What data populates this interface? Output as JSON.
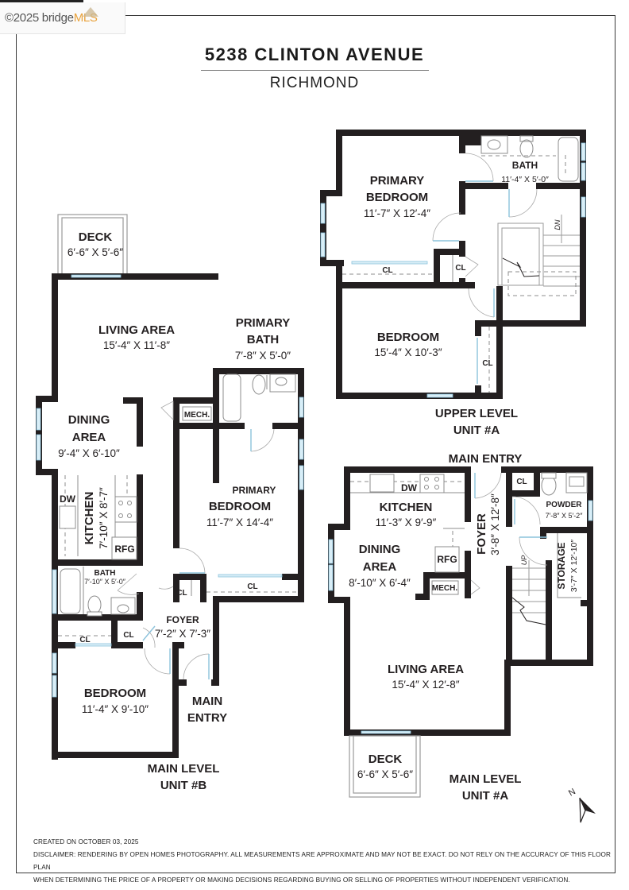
{
  "watermark": {
    "copyright": "©2025 bridge",
    "brand": "MLS"
  },
  "header": {
    "title": "5238 CLINTON AVENUE",
    "subtitle": "RICHMOND"
  },
  "colors": {
    "wall": "#231f20",
    "window": "#9fd0e6",
    "fixture": "#8c8c8c",
    "brand_accent": "#e9a23b"
  },
  "plans": {
    "upper_unit_a": {
      "level_label_1": "UPPER LEVEL",
      "level_label_2": "UNIT #A",
      "rooms": {
        "primary_bedroom": {
          "name_1": "PRIMARY",
          "name_2": "BEDROOM",
          "dims": "11′-7″ X 12′-4″"
        },
        "bath": {
          "name": "BATH",
          "dims": "11′-4″ X 5′-0″"
        },
        "bedroom": {
          "name": "BEDROOM",
          "dims": "15′-4″ X 10′-3″"
        },
        "closet_1": {
          "name": "CL"
        },
        "closet_2": {
          "name": "CL"
        },
        "closet_3": {
          "name": "CL"
        }
      },
      "stairs_label": "DN"
    },
    "main_unit_b": {
      "level_label_1": "MAIN LEVEL",
      "level_label_2": "UNIT #B",
      "rooms": {
        "deck": {
          "name": "DECK",
          "dims": "6′-6″ X 5′-6″"
        },
        "living_area": {
          "name": "LIVING AREA",
          "dims": "15′-4″ X 11′-8″"
        },
        "primary_bath": {
          "name_1": "PRIMARY",
          "name_2": "BATH",
          "dims": "7′-8″ X 5′-0″"
        },
        "dining_area": {
          "name_1": "DINING",
          "name_2": "AREA",
          "dims": "9′-4″ X 6′-10″"
        },
        "mech": {
          "name": "MECH."
        },
        "kitchen": {
          "name": "KITCHEN",
          "dims": "7′-10″ X 8′-7″"
        },
        "dw": {
          "name": "DW"
        },
        "rfg": {
          "name": "RFG"
        },
        "primary_bedroom": {
          "name_1": "PRIMARY",
          "name_2": "BEDROOM",
          "dims": "11′-7″ X 14′-4″"
        },
        "bath": {
          "name": "BATH",
          "dims": "7′-10″ X 5′-0″"
        },
        "closet_1": {
          "name": "CL"
        },
        "closet_2": {
          "name": "CL"
        },
        "closet_3": {
          "name": "CL"
        },
        "closet_4": {
          "name": "CL"
        },
        "foyer": {
          "name": "FOYER",
          "dims": "7′-2″ X 7′-3″"
        },
        "bedroom": {
          "name": "BEDROOM",
          "dims": "11′-4″ X 9′-10″"
        },
        "main_entry": {
          "name_1": "MAIN",
          "name_2": "ENTRY"
        }
      }
    },
    "main_unit_a": {
      "level_label_1": "MAIN LEVEL",
      "level_label_2": "UNIT #A",
      "main_entry": "MAIN ENTRY",
      "rooms": {
        "kitchen": {
          "name": "KITCHEN",
          "dims": "11′-3″ X 9′-9″"
        },
        "dw": {
          "name": "DW"
        },
        "rfg": {
          "name": "RFG"
        },
        "mech": {
          "name": "MECH."
        },
        "dining_area": {
          "name_1": "DINING",
          "name_2": "AREA",
          "dims": "8′-10″ X 6′-4″"
        },
        "foyer": {
          "name": "FOYER",
          "dims": "3′-8″ X 12′-8″"
        },
        "closet": {
          "name": "CL"
        },
        "powder": {
          "name": "POWDER",
          "dims": "7′-8″ X 5′-2″"
        },
        "storage": {
          "name": "STORAGE",
          "dims": "3′-7″ X 12′-10″"
        },
        "living_area": {
          "name": "LIVING AREA",
          "dims": "15′-4″ X 12′-8″"
        },
        "deck": {
          "name": "DECK",
          "dims": "6′-6″ X 5′-6″"
        }
      },
      "stairs_label": "UP"
    }
  },
  "compass": {
    "label": "N"
  },
  "footer": {
    "created": "CREATED ON OCTOBER 03, 2025",
    "disclaimer_1": "DISCLAIMER: RENDERING BY OPEN HOMES PHOTOGRAPHY. ALL MEASUREMENTS ARE APPROXIMATE AND MAY NOT BE EXACT. DO NOT RELY ON THE ACCURACY OF THIS FLOOR PLAN",
    "disclaimer_2": "WHEN DETERMINING THE PRICE OF A PROPERTY OR MAKING DECISIONS REGARDING BUYING OR SELLING OF PROPERTIES WITHOUT INDEPENDENT VERIFICATION."
  }
}
